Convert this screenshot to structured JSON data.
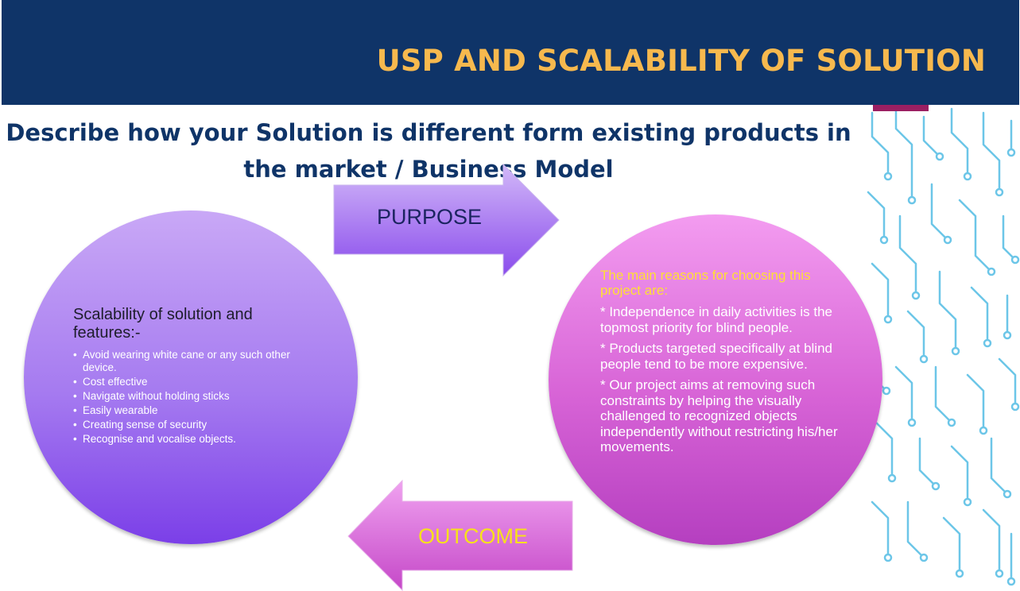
{
  "header": {
    "title": "USP AND SCALABILITY OF SOLUTION"
  },
  "question": {
    "line1": "Describe how your Solution is different form existing products in",
    "line2": "the market / Business Model"
  },
  "arrows": {
    "purpose": "PURPOSE",
    "outcome": "OUTCOME"
  },
  "left_circle": {
    "heading_line1": "Scalability of solution and",
    "heading_line2": "features:-",
    "items": [
      {
        "label": "Avoid wearing white cane or any such other device."
      },
      {
        "label": "Cost effective"
      },
      {
        "label": "Navigate without holding sticks"
      },
      {
        "label": "Easily wearable"
      },
      {
        "label": "Creating sense of security"
      },
      {
        "label": "Recognise and vocalise objects."
      }
    ]
  },
  "right_circle": {
    "heading": "The main reasons for choosing this project are:",
    "points": [
      {
        "text": "* Independence in daily activities is the topmost priority for blind people."
      },
      {
        "text": "* Products targeted specifically at blind people tend to be more expensive."
      },
      {
        "text": "* Our project aims at removing such constraints by helping the visually challenged to recognized objects  independently without restricting his/her movements."
      }
    ]
  },
  "colors": {
    "header_bg": "#0f3468",
    "header_title": "#f7b94e",
    "question_text": "#0f3468",
    "left_circle": "#a57af0",
    "right_circle": "#d763d6",
    "right_heading": "#ffe033",
    "outcome_label": "#f7e11a",
    "circuit_lines": "#6cc6e8"
  },
  "icons": {
    "decoration": "circuit-board-pattern"
  }
}
